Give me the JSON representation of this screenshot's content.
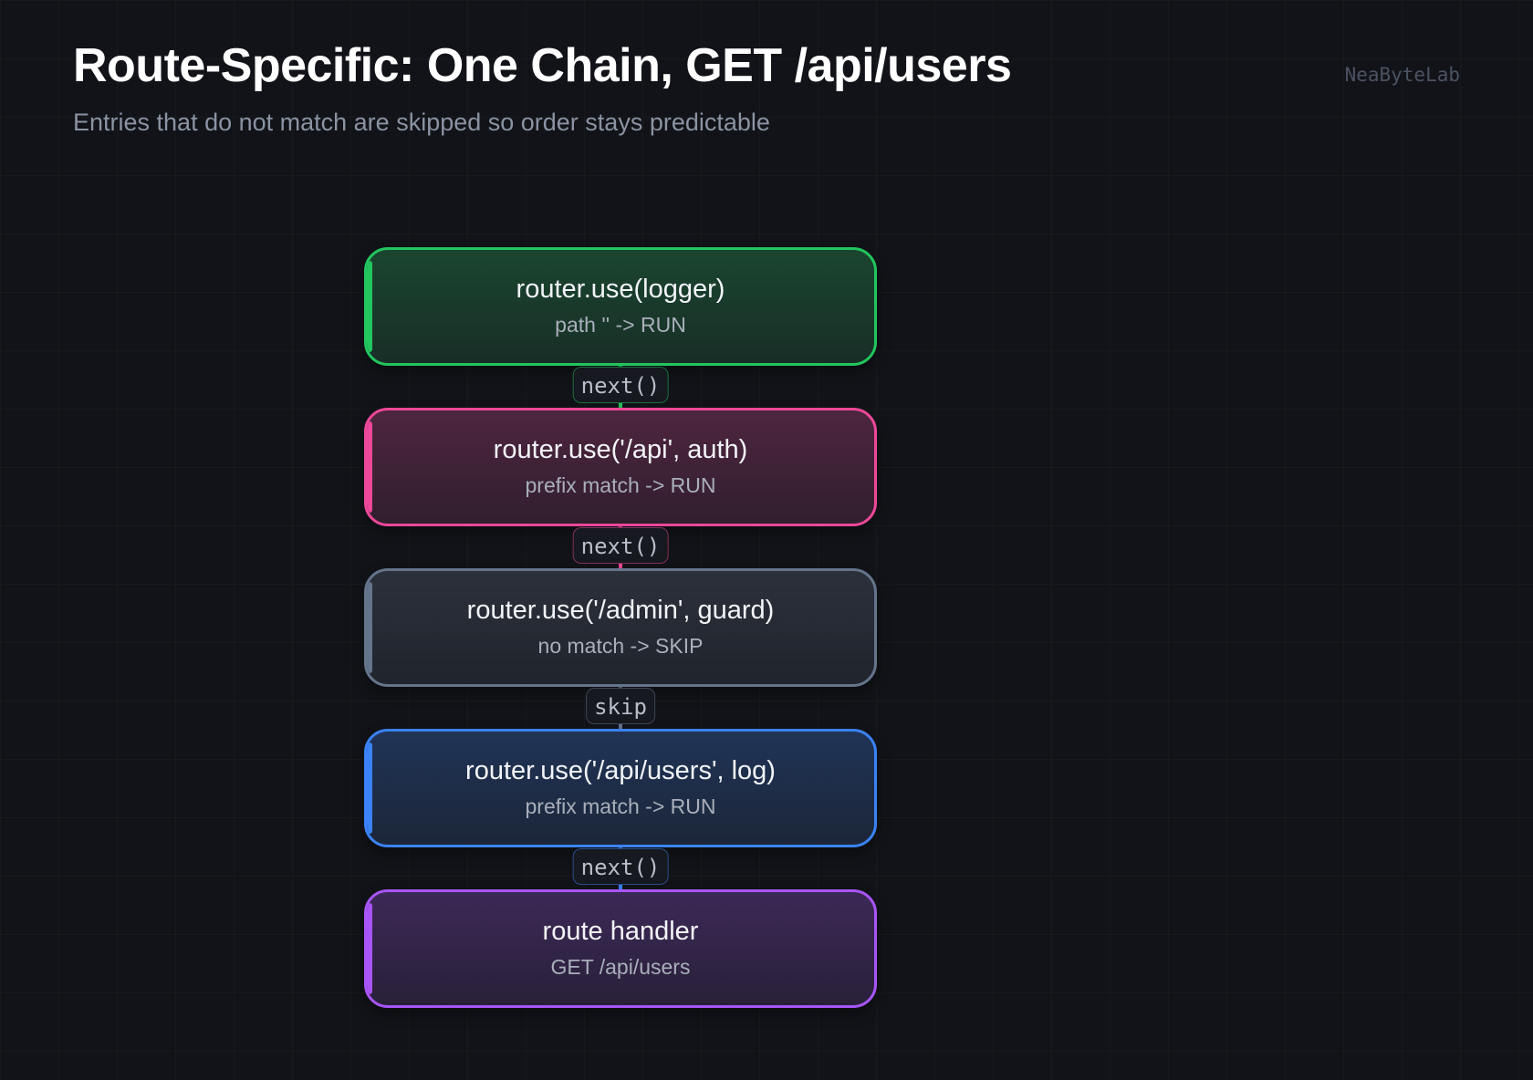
{
  "header": {
    "title": "Route-Specific: One Chain, GET /api/users",
    "subtitle": "Entries that do not match are skipped so order stays predictable",
    "brand": "NeaByteLab"
  },
  "nodes": [
    {
      "title": "router.use(logger)",
      "subtitle": "path '' -> RUN",
      "color": "#22c55e"
    },
    {
      "title": "router.use('/api', auth)",
      "subtitle": "prefix match -> RUN",
      "color": "#ec4899"
    },
    {
      "title": "router.use('/admin', guard)",
      "subtitle": "no match -> SKIP",
      "color": "#64748b"
    },
    {
      "title": "router.use('/api/users', log)",
      "subtitle": "prefix match -> RUN",
      "color": "#3b82f6"
    },
    {
      "title": "route handler",
      "subtitle": "GET /api/users",
      "color": "#a855f7"
    }
  ],
  "edges": [
    {
      "label": "next()"
    },
    {
      "label": "next()"
    },
    {
      "label": "skip"
    },
    {
      "label": "next()"
    }
  ]
}
